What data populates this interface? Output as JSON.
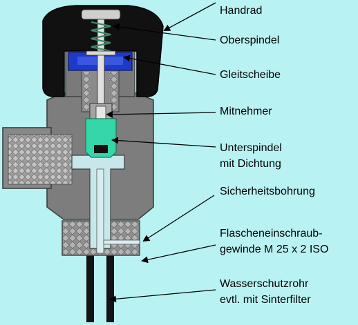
{
  "diagram": {
    "colors": {
      "background": "#b9f2f2",
      "handwheel": "#111111",
      "body": "#7d7d7d",
      "body_dark": "#5e5e5e",
      "thread": "#9a9a9a",
      "glide_washer": "#1f39c8",
      "lower_spindle": "#35d6a8",
      "bore": "#c8e7ea",
      "tube": "#141414"
    },
    "labels": {
      "handrad": "Handrad",
      "oberspindel": "Oberspindel",
      "gleitscheibe": "Gleitscheibe",
      "mitnehmer": "Mitnehmer",
      "unterspindel_1": "Unterspindel",
      "unterspindel_2": "mit Dichtung",
      "sicherheitsbohrung": "Sicherheitsbohrung",
      "gewinde_1": "Flascheneinschraub-",
      "gewinde_2": "gewinde M 25 x 2 ISO",
      "schutzrohr_1": "Wasserschutzrohr",
      "schutzrohr_2": "evtl. mit Sinterfilter"
    }
  }
}
